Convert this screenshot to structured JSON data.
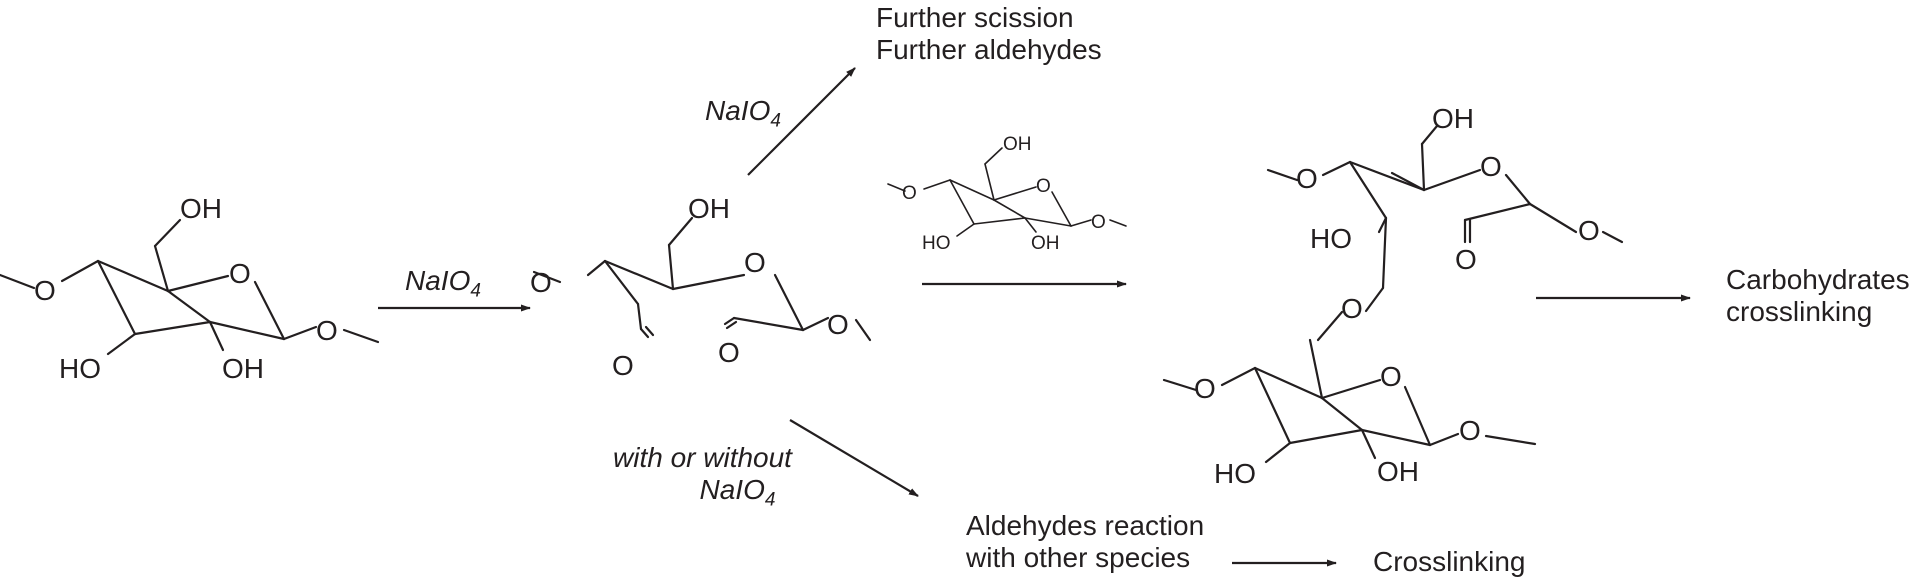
{
  "colors": {
    "ink": "#231f20",
    "background": "#ffffff"
  },
  "reagents": {
    "step1": "NaIO",
    "step1_subscript": "4",
    "top_branch": "NaIO",
    "top_branch_subscript": "4",
    "bottom_branch_line1": "with or without",
    "bottom_branch_line2": "NaIO",
    "bottom_branch_subscript": "4"
  },
  "outcomes": {
    "further": [
      "Further scission",
      "Further aldehydes"
    ],
    "carbohydrates": [
      "Carbohydrates",
      "crosslinking"
    ],
    "aldehydes_reaction": [
      "Aldehydes reaction",
      "with other species"
    ],
    "crosslinking": "Crosslinking"
  },
  "atoms": {
    "hydroxyl": "OH",
    "hydroxyl_left": "HO",
    "oxygen": "O"
  }
}
